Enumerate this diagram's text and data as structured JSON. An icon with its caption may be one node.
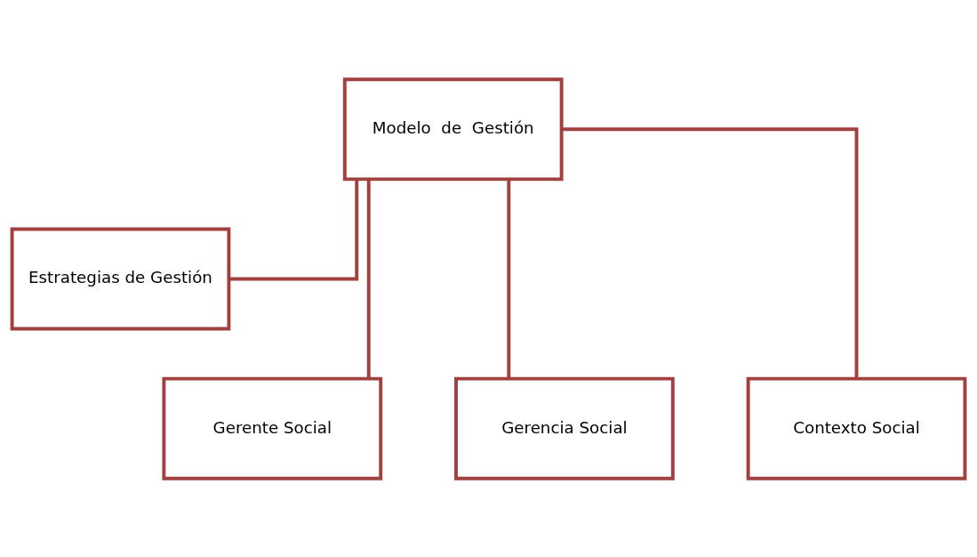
{
  "diagram": {
    "nodes": [
      {
        "text": [
          "Modelo  de  Gestión"
        ]
      },
      {
        "text": [
          "Estrategias de Gestión"
        ]
      },
      {
        "text": [
          "Gerente Social"
        ]
      },
      {
        "text": [
          "Gerencia Social"
        ]
      },
      {
        "text": [
          "Contexto Social"
        ]
      }
    ],
    "edges": [
      {
        "from": 0,
        "to": 1,
        "arrow": "none"
      },
      {
        "from": 0,
        "to": 2,
        "arrow": "none"
      },
      {
        "from": 0,
        "to": 3,
        "arrow": "none"
      },
      {
        "from": 0,
        "to": 4,
        "arrow": "none"
      }
    ]
  }
}
